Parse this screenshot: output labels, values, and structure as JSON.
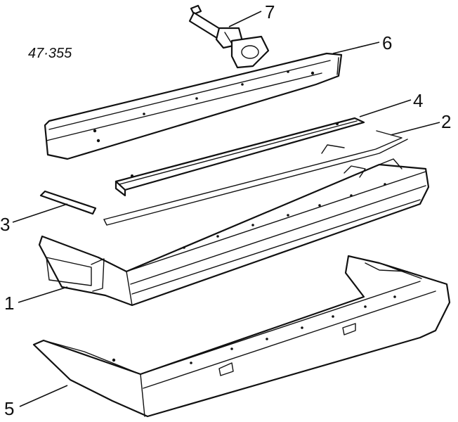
{
  "reference_code": "47·355",
  "callouts": {
    "c1": "1",
    "c2": "2",
    "c3": "3",
    "c4": "4",
    "c5": "5",
    "c6": "6",
    "c7": "7"
  }
}
